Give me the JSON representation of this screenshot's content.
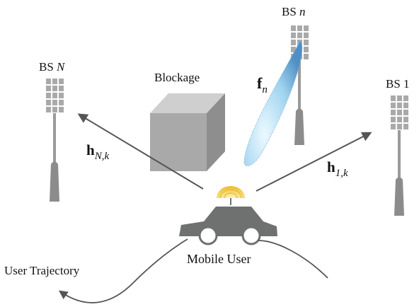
{
  "labels": {
    "bs_n_prefix": "BS ",
    "bs_n_var": "n",
    "bs_N_prefix": "BS ",
    "bs_N_var": "N",
    "bs_1": "BS 1",
    "blockage": "Blockage",
    "mobile_user": "Mobile User",
    "user_trajectory": "User Trajectory"
  },
  "math": {
    "h_N_main": "h",
    "h_N_sub": "N,k",
    "h_1_main": "h",
    "h_1_sub": "1,k",
    "f_n_main": "f",
    "f_n_sub": "n"
  },
  "colors": {
    "tower": "#8c8c8c",
    "panel": "#a8a8a8",
    "arrow": "#555555",
    "car": "#6e716f",
    "beam_light": "#d9f1fb",
    "beam_dark": "#5aa5d4",
    "signal": "#f2cc4a",
    "cube_front": "#a9a9a9",
    "cube_top": "#cfcfcf",
    "cube_side": "#8e8e8e"
  },
  "icons": [
    "base-station-icon",
    "car-icon",
    "signal-wave-icon",
    "cube-icon",
    "beam-icon"
  ]
}
